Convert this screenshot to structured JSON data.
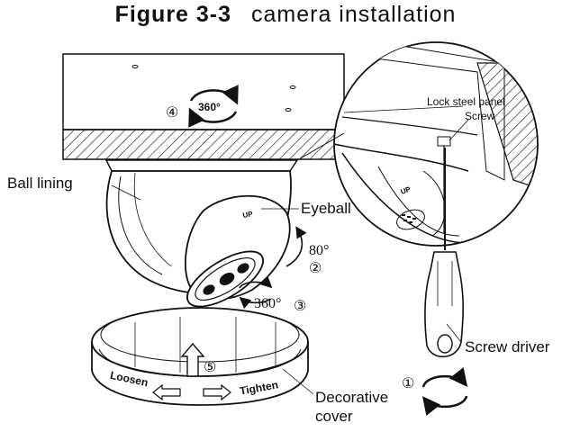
{
  "title": {
    "figure": "Figure 3-3",
    "caption": "camera installation"
  },
  "labels": {
    "ball_lining": "Ball lining",
    "eyeball": "Eyeball",
    "lock_steel_panel": "Lock steel panel",
    "screw": "Screw",
    "screw_driver": "Screw driver",
    "decorative_cover_1": "Decorative",
    "decorative_cover_2": "cover",
    "loosen": "Loosen",
    "tighten": "Tighten",
    "up_mark": "UP"
  },
  "steps": {
    "s1": "①",
    "s2": "②",
    "s3": "③",
    "s4": "④",
    "s5": "⑤",
    "angle_80": "80°",
    "angle_360_side": "360°",
    "angle_360_top": "360°"
  },
  "colors": {
    "line": "#111111",
    "fill": "#ffffff",
    "hatch": "#111111"
  }
}
